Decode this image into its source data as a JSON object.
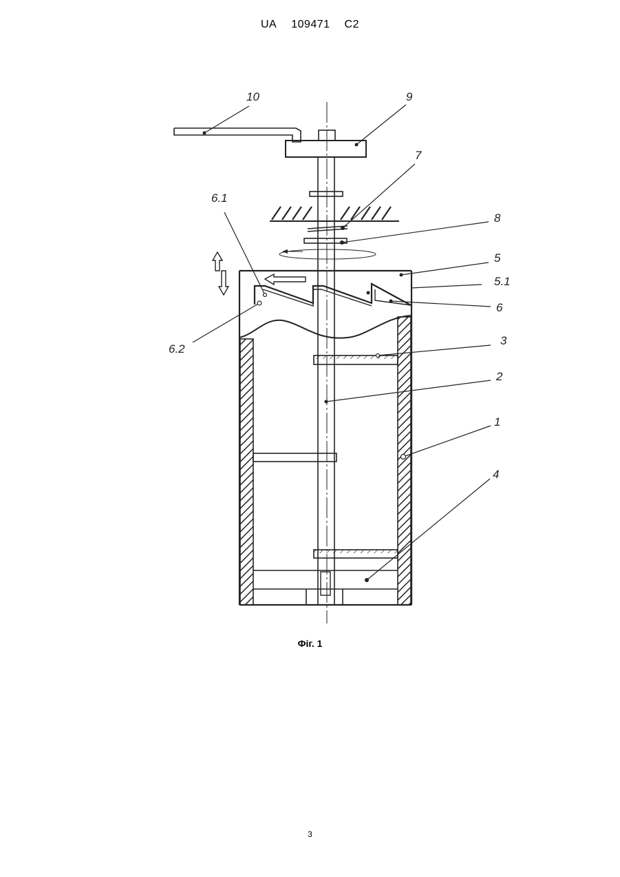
{
  "header": {
    "country": "UA",
    "number": "109471",
    "kind": "C2"
  },
  "figure": {
    "caption": "Фіг. 1",
    "labels": {
      "l1": "1",
      "l2": "2",
      "l3": "3",
      "l4": "4",
      "l5": "5",
      "l5_1": "5.1",
      "l6": "6",
      "l6_1": "6.1",
      "l6_2": "6.2",
      "l7": "7",
      "l8": "8",
      "l9": "9",
      "l10": "10"
    }
  },
  "page_number": "3"
}
